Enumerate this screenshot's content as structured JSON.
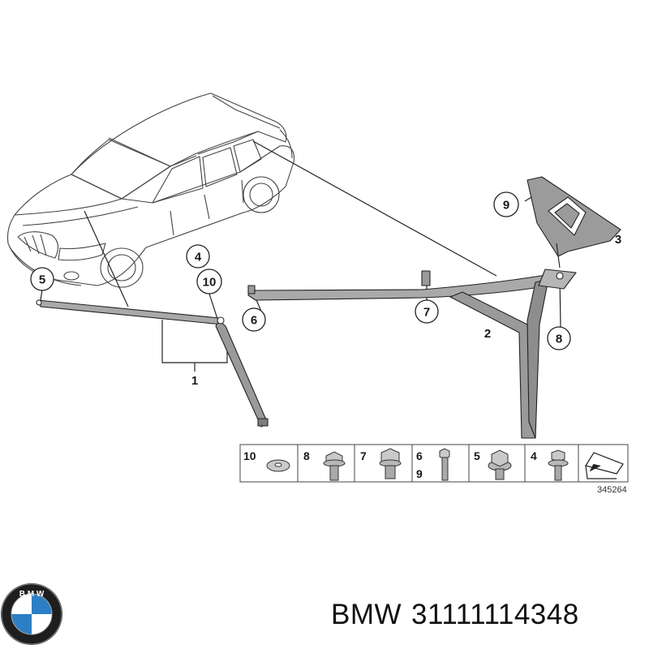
{
  "diagram": {
    "callouts": {
      "c5": "5",
      "c4": "4",
      "c10": "10",
      "c6": "6",
      "c7": "7",
      "c9": "9",
      "c8": "8",
      "c3": "3",
      "c2": "2",
      "c1": "1"
    },
    "legend": [
      {
        "num": "10",
        "hardware": "washer"
      },
      {
        "num": "8",
        "hardware": "hex-flange-bolt"
      },
      {
        "num": "7",
        "hardware": "hex-bolt-large"
      },
      {
        "num": "6",
        "num2": "9",
        "hardware": "long-bolt"
      },
      {
        "num": "5",
        "hardware": "collar-nut"
      },
      {
        "num": "4",
        "hardware": "combi-screw"
      }
    ],
    "reference_number": "345264"
  },
  "caption": {
    "brand": "BMW",
    "part_number": "31111114348"
  },
  "colors": {
    "line": "#2a2a2a",
    "part_fill": "#a9a9a9",
    "part_dark": "#7d7d7d",
    "bmw_blue": "#2c7fc4"
  }
}
